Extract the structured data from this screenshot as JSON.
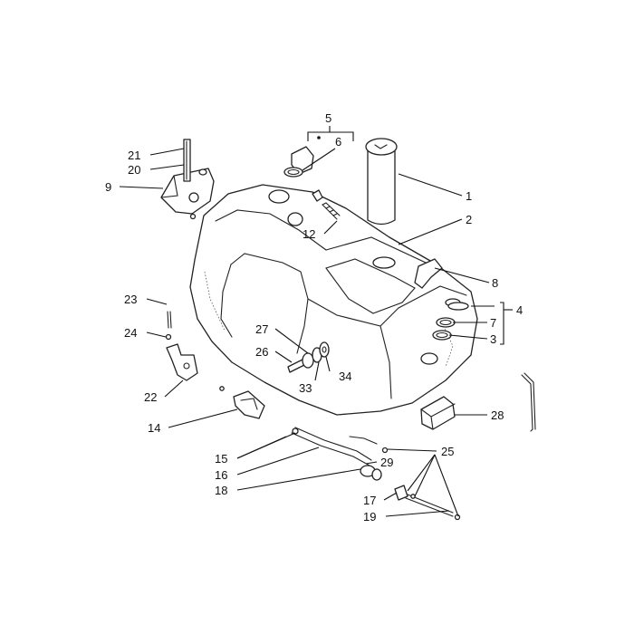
{
  "callouts": {
    "c1": "1",
    "c2": "2",
    "c3": "3",
    "c4": "4",
    "c5": "5",
    "c6": "6",
    "c7": "7",
    "c8": "8",
    "c9": "9",
    "c12": "12",
    "c14": "14",
    "c15": "15",
    "c16": "16",
    "c17": "17",
    "c18": "18",
    "c19": "19",
    "c20": "20",
    "c21": "21",
    "c22": "22",
    "c23": "23",
    "c24": "24",
    "c25": "25",
    "c26": "26",
    "c27": "27",
    "c28": "28",
    "c29": "29",
    "c33": "33",
    "c34": "34"
  }
}
